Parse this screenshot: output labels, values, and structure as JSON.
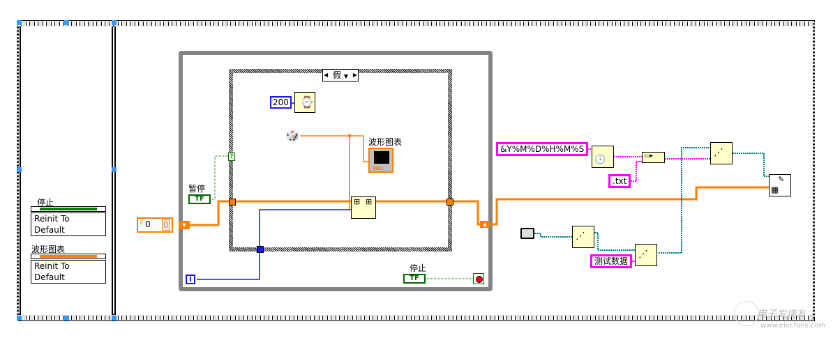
{
  "left_frame": {
    "stop_label": "停止",
    "stop_reinit": "Reinit To Default",
    "chart_label": "波形图表",
    "chart_reinit": "Reinit To Default",
    "stop_bar_color": "#008000",
    "chart_bar_color": "#ff8000"
  },
  "main_frame": {
    "case_selector": "假",
    "wait_constant": "200",
    "chart_indicator_label": "波形图表",
    "chart_indicator_type": "DBL",
    "pause_label": "暂停",
    "pause_value": "TF",
    "stop_label": "停止",
    "stop_value": "TF",
    "init_array_value": "0",
    "init_array_index": "0",
    "iteration_label": "i",
    "format_string": "&Y%M%D%H%M%S",
    "extension": ".txt",
    "test_data": "测试数据"
  },
  "watermark": {
    "brand": "电子发烧友",
    "url": "www.elecfans.com"
  },
  "colors": {
    "orange_wire": "#ff8000",
    "blue_wire": "#1a1ae6",
    "pink_wire": "#ff00ff",
    "teal_wire": "#008080",
    "green_wire": "#006600",
    "while_border": "#848484"
  }
}
